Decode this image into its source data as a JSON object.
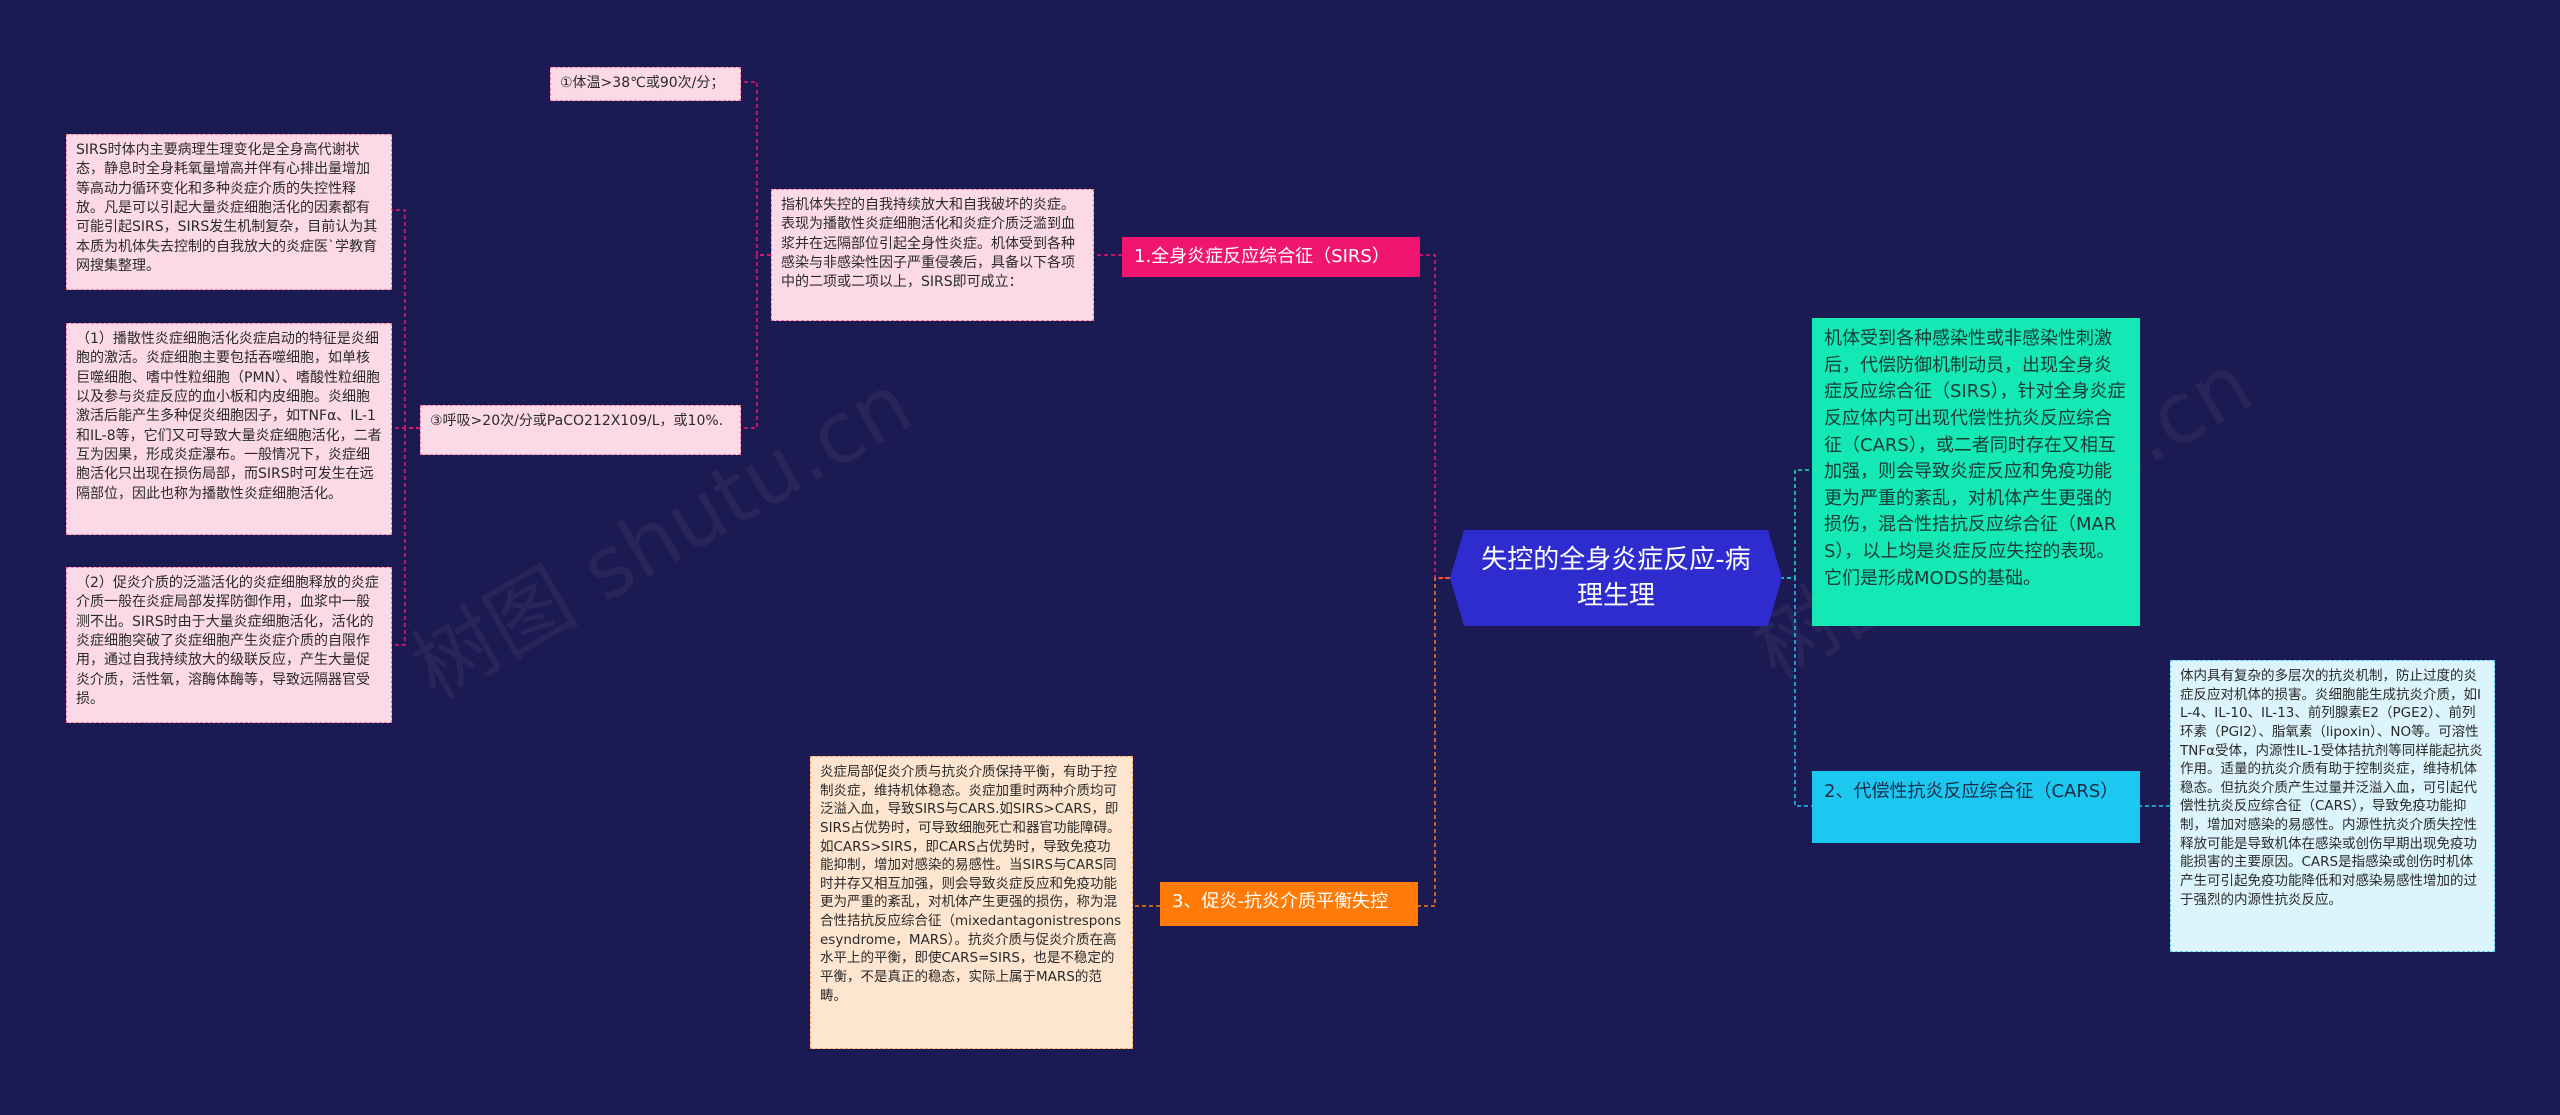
{
  "center": {
    "title": "失控的全身炎症反应-病理生理"
  },
  "branches": {
    "sirs": {
      "label": "1.全身炎症反应综合征（SIRS）"
    },
    "cars": {
      "label": "2、代偿性抗炎反应综合征（CARS）"
    },
    "balance": {
      "label": "3、促炎-抗炎介质平衡失控"
    }
  },
  "nodes": {
    "overview": "机体受到各种感染性或非感染性刺激后，代偿防御机制动员，出现全身炎症反应综合征（SIRS），针对全身炎症反应体内可出现代偿性抗炎反应综合征（CARS），或二者同时存在又相互加强，则会导致炎症反应和免疫功能更为严重的紊乱，对机体产生更强的损伤，混合性拮抗反应综合征（MARS），以上均是炎症反应失控的表现。它们是形成MODS的基础。",
    "sirs_def": "指机体失控的自我持续放大和自我破坏的炎症。表现为播散性炎症细胞活化和炎症介质泛滥到血浆并在远隔部位引起全身性炎症。机体受到各种感染与非感染性因子严重侵袭后，具备以下各项中的二项或二项以上，SIRS即可成立：",
    "temp": "①体温>38℃或90次/分；",
    "resp": "③呼吸>20次/分或PaCO212X109/L，或10%.",
    "pathology": "SIRS时体内主要病理生理变化是全身高代谢状态，静息时全身耗氧量增高并伴有心排出量增加等高动力循环变化和多种炎症介质的失控性释放。凡是可以引起大量炎症细胞活化的因素都有可能引起SIRS，SIRS发生机制复杂，目前认为其本质为机体失去控制的自我放大的炎症医`学教育网搜集整理。",
    "activation": "（1）播散性炎症细胞活化炎症启动的特征是炎细胞的激活。炎症细胞主要包括吞噬细胞，如单核巨噬细胞、嗜中性粒细胞（PMN）、嗜酸性粒细胞以及参与炎症反应的血小板和内皮细胞。炎细胞激活后能产生多种促炎细胞因子，如TNFα、IL-1和IL-8等，它们又可导致大量炎症细胞活化，二者互为因果，形成炎症瀑布。一般情况下，炎症细胞活化只出现在损伤局部，而SIRS时可发生在远隔部位，因此也称为播散性炎症细胞活化。",
    "mediator": "（2）促炎介质的泛滥活化的炎症细胞释放的炎症介质一般在炎症局部发挥防御作用，血浆中一般测不出。SIRS时由于大量炎症细胞活化，活化的炎症细胞突破了炎症细胞产生炎症介质的自限作用，通过自我持续放大的级联反应，产生大量促炎介质，活性氧，溶酶体酶等，导致远隔器官受损。",
    "cars_detail": "体内具有复杂的多层次的抗炎机制，防止过度的炎症反应对机体的损害。炎细胞能生成抗炎介质，如IL-4、IL-10、IL-13、前列腺素E2（PGE2）、前列环素（PGI2）、脂氧素（lipoxin）、NO等。可溶性TNFα受体，内源性IL-1受体拮抗剂等同样能起抗炎作用。适量的抗炎介质有助于控制炎症，维持机体稳态。但抗炎介质产生过量并泛溢入血，可引起代偿性抗炎反应综合征（CARS），导致免疫功能抑制，增加对感染的易感性。内源性抗炎介质失控性释放可能是导致机体在感染或创伤早期出现免疫功能损害的主要原因。CARS是指感染或创伤时机体产生可引起免疫功能降低和对感染易感性增加的过于强烈的内源性抗炎反应。",
    "balance_detail": "炎症局部促炎介质与抗炎介质保持平衡，有助于控制炎症，维持机体稳态。炎症加重时两种介质均可泛溢入血，导致SIRS与CARS.如SIRS>CARS，即SIRS占优势时，可导致细胞死亡和器官功能障碍。如CARS>SIRS，即CARS占优势时，导致免疫功能抑制，增加对感染的易感性。当SIRS与CARS同时并存又相互加强，则会导致炎症反应和免疫功能更为严重的紊乱，对机体产生更强的损伤，称为混合性拮抗反应综合征（mixedantagonistresponsesyndrome，MARS）。抗炎介质与促炎介质在高水平上的平衡，即使CARS=SIRS，也是不稳定的平衡，不是真正的稳态，实际上属于MARS的范畴。"
  },
  "watermark": {
    "text": "树图 shutu.cn"
  },
  "colors": {
    "background": "#1c1a52",
    "center": "#2e2bcf",
    "sirs": "#f0166f",
    "cars": "#1cc8ef",
    "balance": "#ff7a06",
    "overview": "#14e8b4"
  }
}
